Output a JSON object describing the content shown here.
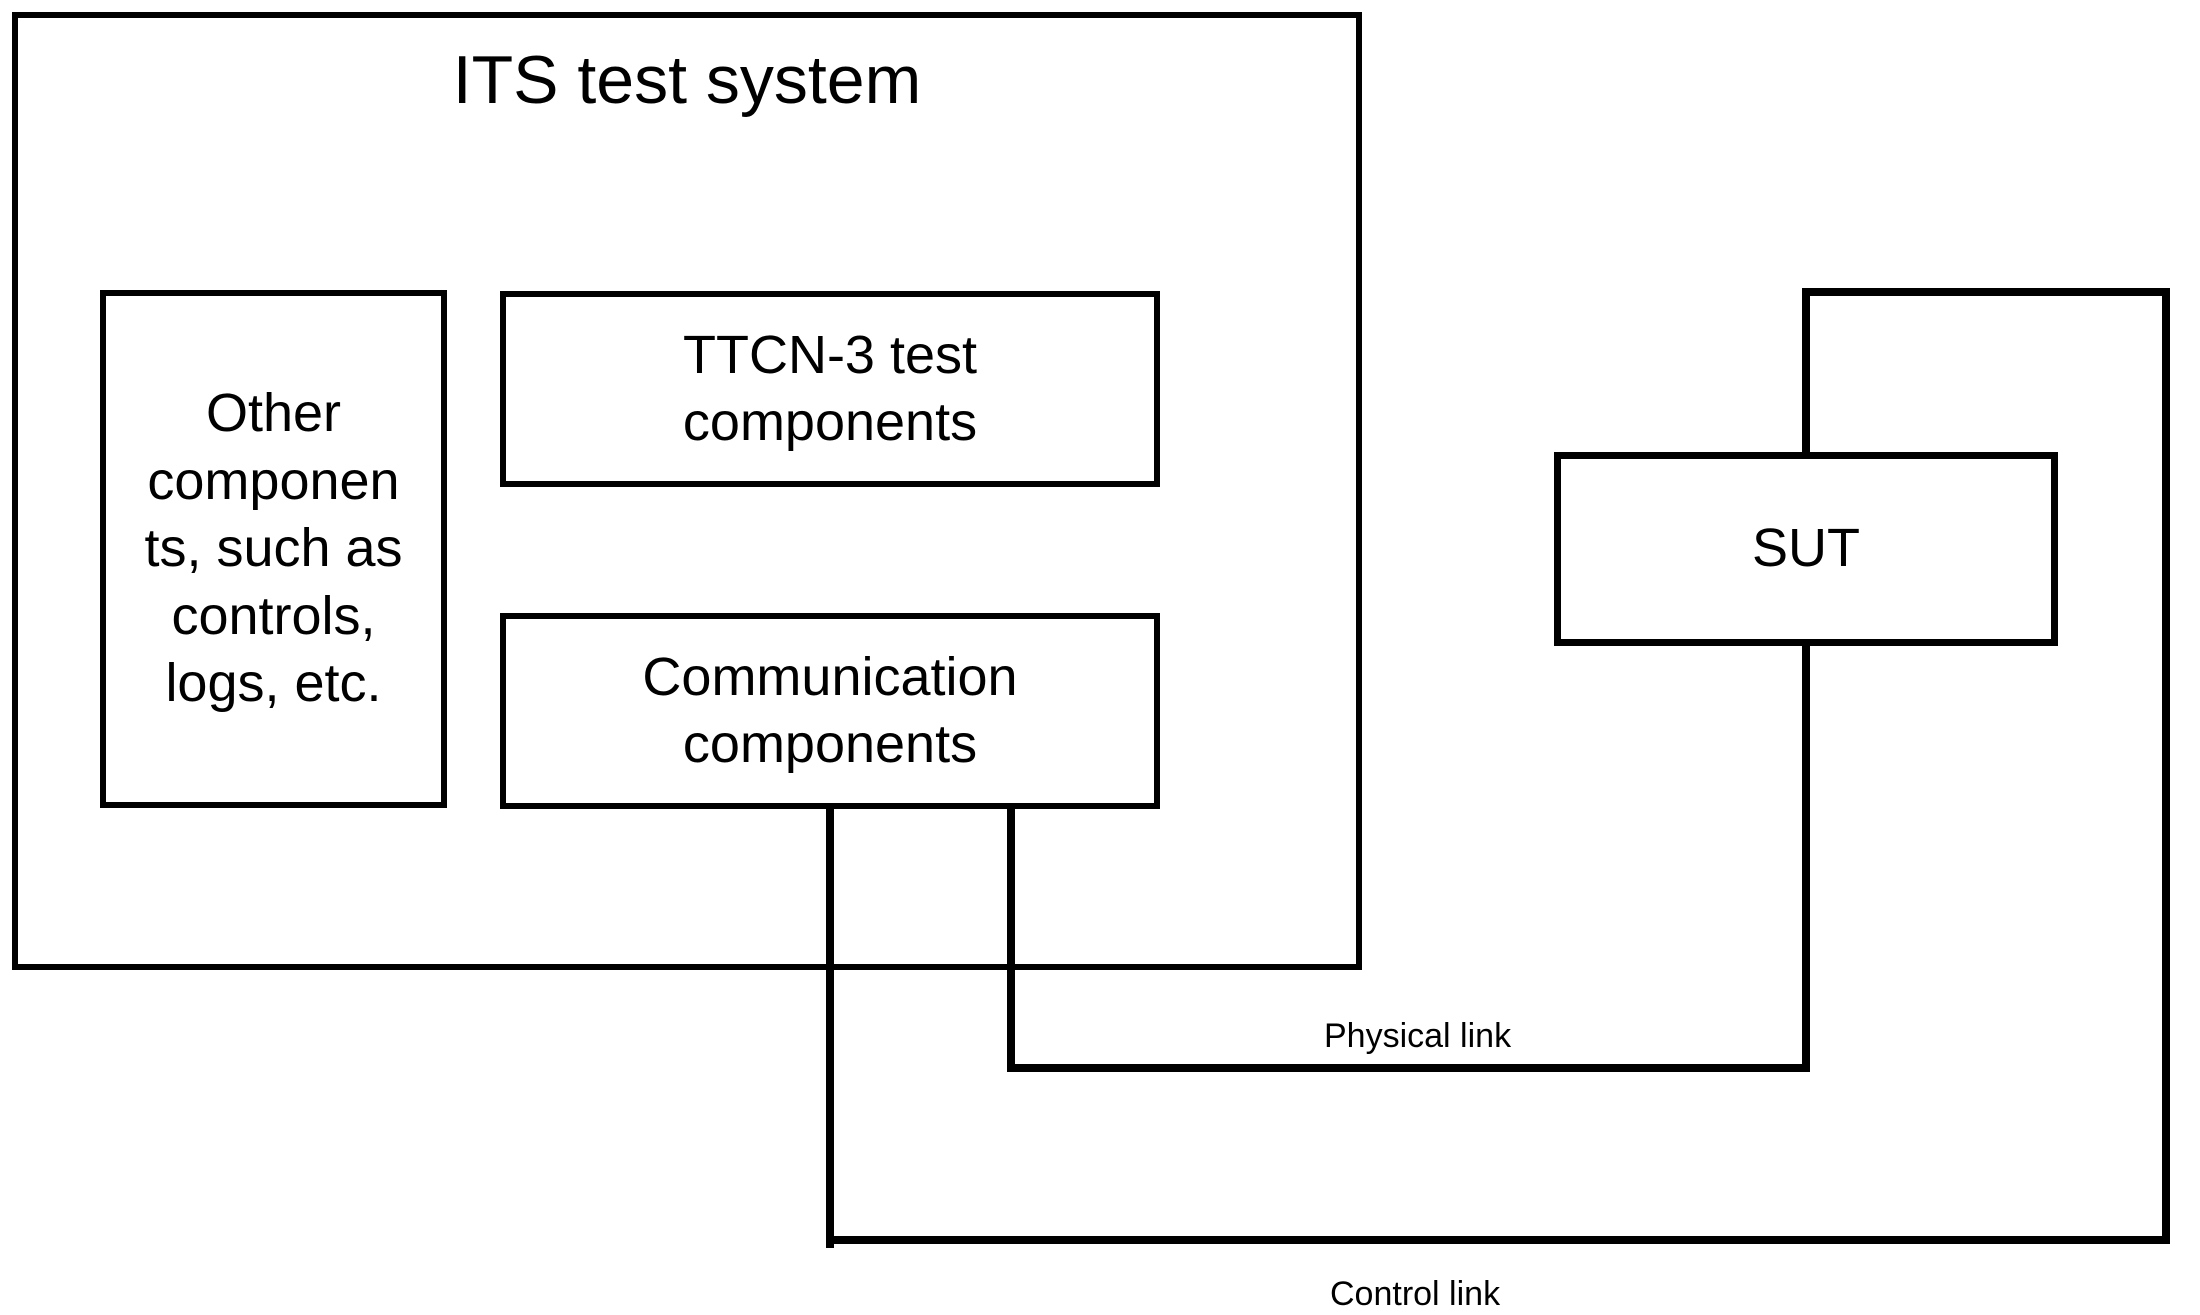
{
  "canvas": {
    "background_color": "#ffffff",
    "line_color": "#000000"
  },
  "diagram": {
    "its_system": {
      "title": "ITS test system"
    },
    "boxes": {
      "other_components": {
        "label": "Other\ncomponen\nts, such as\ncontrols,\nlogs, etc."
      },
      "ttcn3": {
        "label": "TTCN-3 test\ncomponents"
      },
      "communication": {
        "label": "Communication\ncomponents"
      },
      "sut": {
        "label": "SUT"
      }
    },
    "links": {
      "physical": {
        "label": "Physical link"
      },
      "control": {
        "label": "Control link"
      }
    }
  }
}
